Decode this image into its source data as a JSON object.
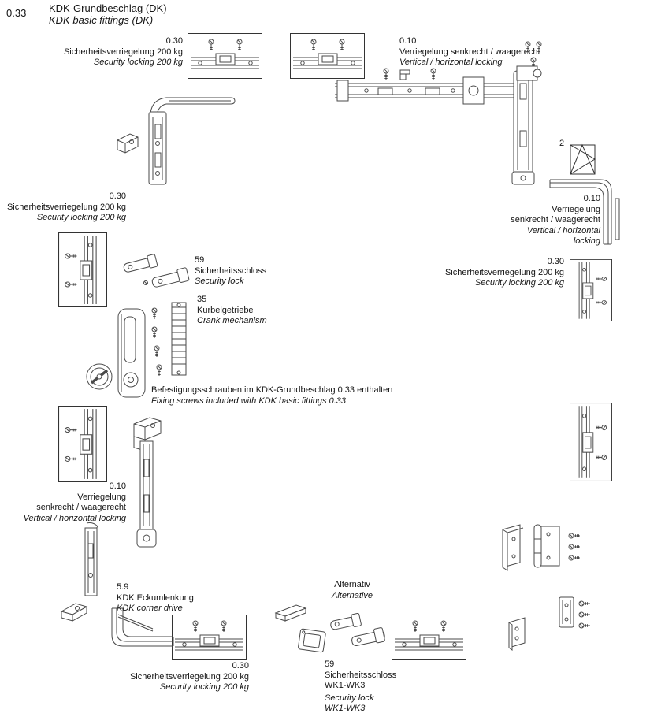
{
  "page": {
    "number": "0.33",
    "title_de": "KDK-Grundbeschlag (DK)",
    "title_en": "KDK basic fittings (DK)"
  },
  "blocks": {
    "lock200_top_left": {
      "num": "0.30",
      "de": "Sicherheitsverriegelung 200 kg",
      "en": "Security locking 200 kg"
    },
    "vh_top_right": {
      "num": "0.10",
      "de": "Verriegelung senkrecht / waagerecht",
      "en": "Vertical / horizontal locking"
    },
    "window_count": {
      "num": "2"
    },
    "vh_right": {
      "num": "0.10",
      "de1": "Verriegelung",
      "de2": "senkrecht / waagerecht",
      "en1": "Vertical / horizontal",
      "en2": "locking"
    },
    "lock200_right": {
      "num": "0.30",
      "de": "Sicherheitsverriegelung 200 kg",
      "en": "Security locking 200 kg"
    },
    "lock200_left": {
      "num": "0.30",
      "de": "Sicherheitsverriegelung 200 kg",
      "en": "Security locking 200 kg"
    },
    "security_lock": {
      "num": "59",
      "de": "Sicherheitsschloss",
      "en": "Security lock"
    },
    "crank_mechanism": {
      "num": "35",
      "de": "Kurbelgetriebe",
      "en": "Crank mechanism"
    },
    "fixing_screws_note": {
      "de": "Befestigungsschrauben im KDK-Grundbeschlag 0.33 enthalten",
      "en": "Fixing screws included with KDK basic fittings 0.33"
    },
    "vh_left": {
      "num": "0.10",
      "de1": "Verriegelung",
      "de2": "senkrecht / waagerecht",
      "en1": "Vertical / horizontal locking"
    },
    "corner_drive": {
      "num": "5.9",
      "de": "KDK Eckumlenkung",
      "en": "KDK corner drive"
    },
    "lock200_bottom": {
      "num": "0.30",
      "de": "Sicherheitsverriegelung 200 kg",
      "en": "Security locking 200 kg"
    },
    "alternative": {
      "de": "Alternativ",
      "en": "Alternative"
    },
    "security_lock_wk": {
      "num": "59",
      "de1": "Sicherheitsschloss",
      "de2": "WK1-WK3",
      "en1": "Security lock",
      "en2": "WK1-WK3"
    }
  }
}
